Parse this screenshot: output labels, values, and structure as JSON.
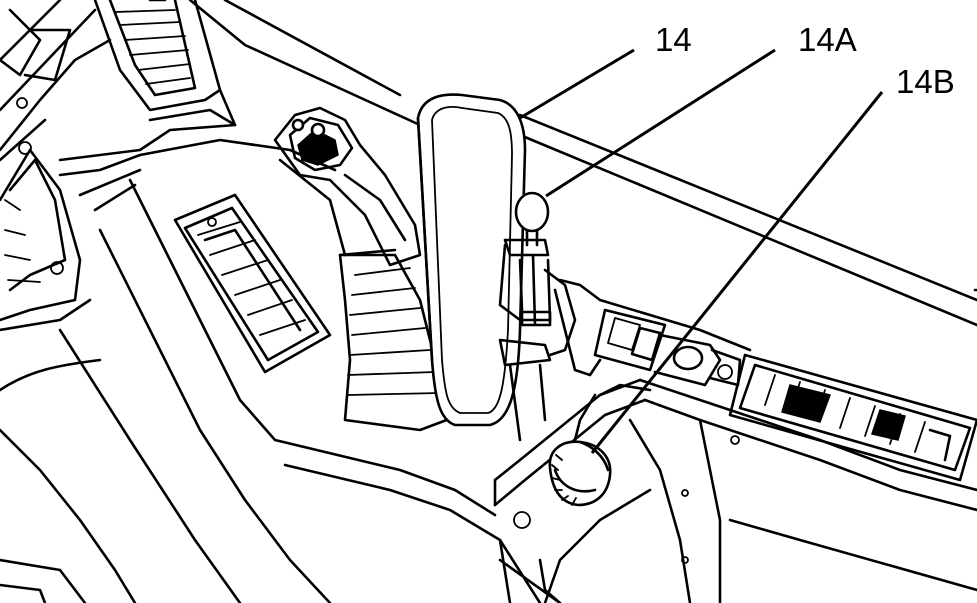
{
  "callouts": [
    {
      "id": "14",
      "label": "14"
    },
    {
      "id": "14A",
      "label": "14A"
    },
    {
      "id": "14B",
      "label": "14B"
    }
  ],
  "colors": {
    "line": "#000000",
    "background": "#ffffff"
  }
}
